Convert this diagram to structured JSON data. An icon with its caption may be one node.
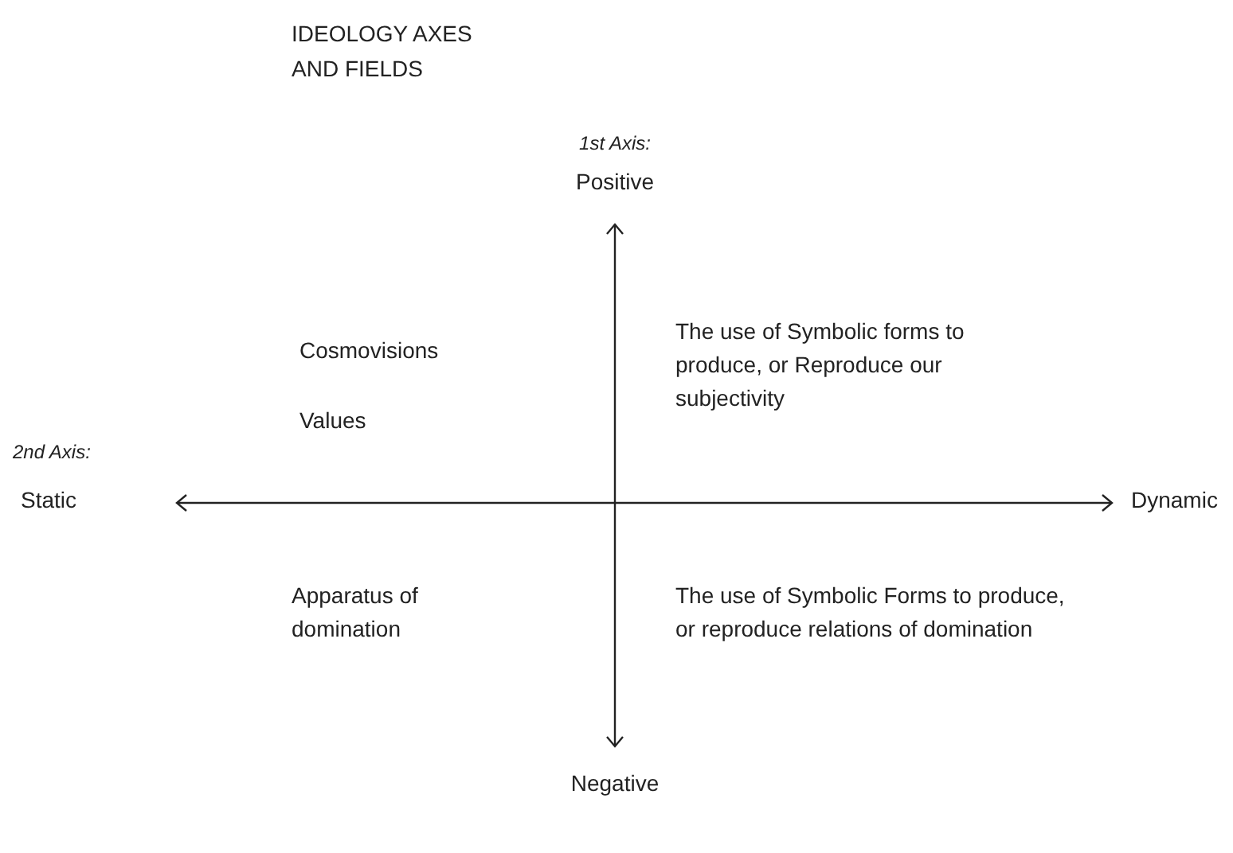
{
  "diagram": {
    "title": "IDEOLOGY AXES AND FIELDS",
    "labels": [
      "1st Axis:",
      "Positive",
      "Cosmovisions",
      "The use of Symbolic forms to produce, or Reproduce our subjectivity",
      "2nd Axis:",
      "Values",
      "Static",
      "Dynamic",
      "Apparatus of domination",
      "The use of Symbolic Forms to produce, or reproduce relations of domination",
      "Negative"
    ]
  }
}
